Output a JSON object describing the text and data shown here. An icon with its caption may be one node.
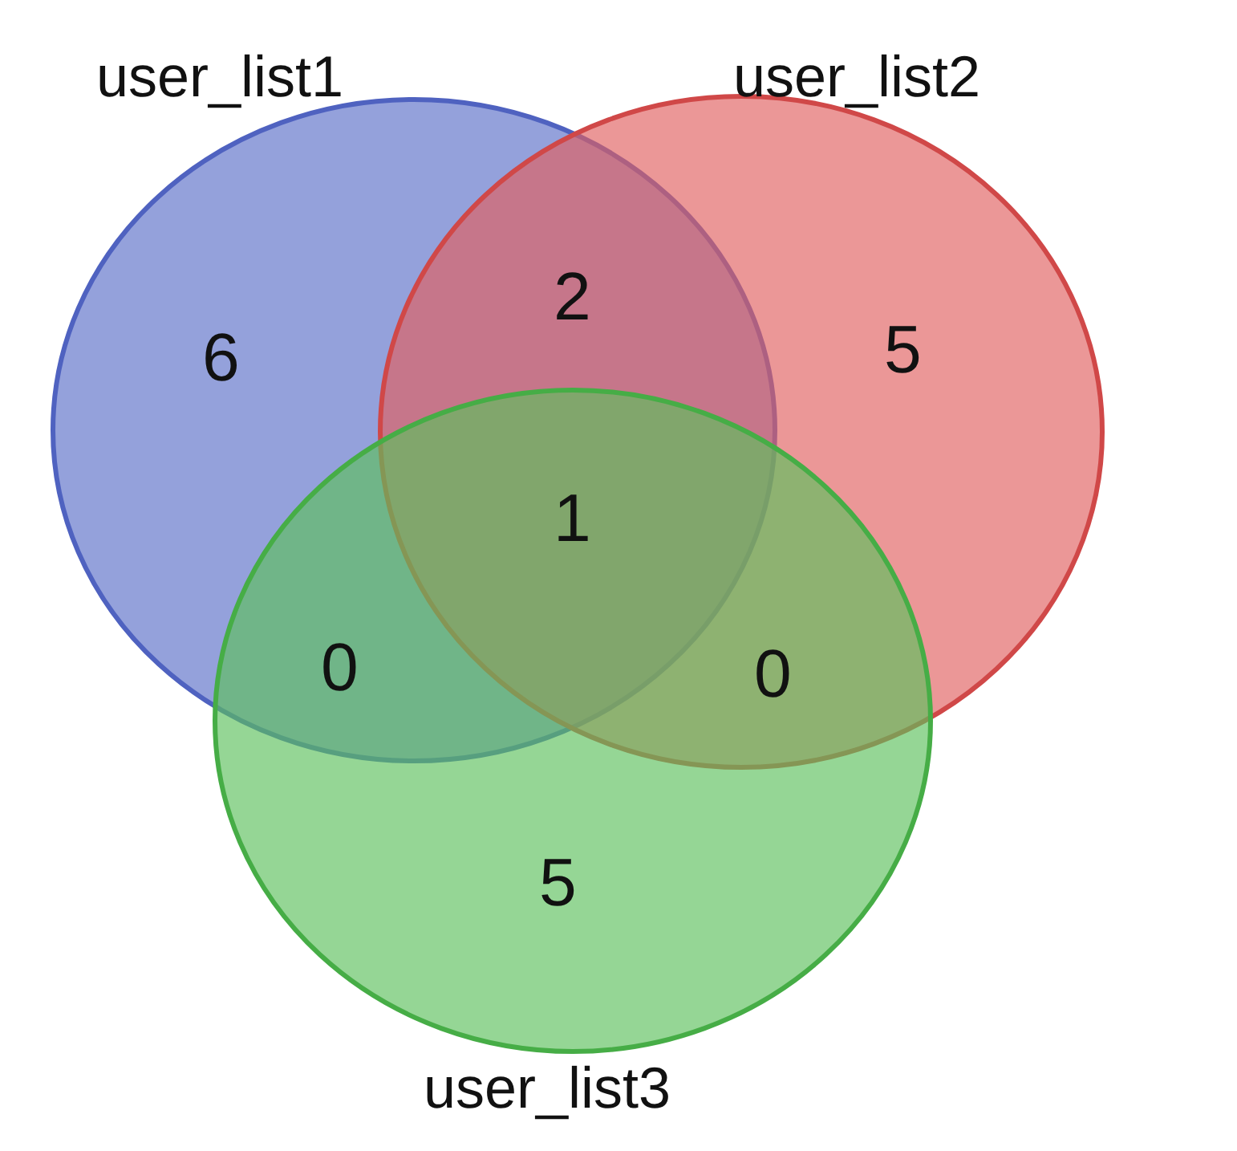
{
  "diagram": {
    "nodes": [
      {
        "text": [
          "user_list1"
        ]
      },
      {
        "text": [
          "user_list2"
        ]
      },
      {
        "text": [
          "user_list3"
        ]
      }
    ],
    "edges": [],
    "labels": [
      "2",
      "6",
      "5",
      "1",
      "0",
      "0",
      "5"
    ]
  }
}
